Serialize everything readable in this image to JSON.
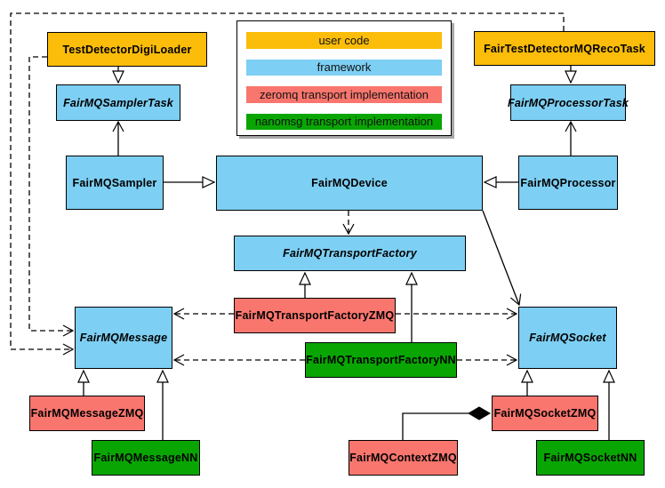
{
  "palette": {
    "user_code": "#fbbd09",
    "framework": "#7dcff3",
    "zeromq": "#f9766e",
    "nanomsg": "#09a603"
  },
  "legend": {
    "items": [
      {
        "label": "user code",
        "color": "#fbbd09"
      },
      {
        "label": "framework",
        "color": "#7dcff3"
      },
      {
        "label": "zeromq transport implementation",
        "color": "#f9766e"
      },
      {
        "label": "nanomsg transport implementation",
        "color": "#09a603"
      }
    ]
  },
  "nodes": {
    "digiloader": {
      "label": "TestDetectorDigiLoader",
      "type": "user_code",
      "abstract": false
    },
    "recotask": {
      "label": "FairTestDetectorMQRecoTask",
      "type": "user_code",
      "abstract": false
    },
    "samplertask": {
      "label": "FairMQSamplerTask",
      "type": "framework",
      "abstract": true
    },
    "processortask": {
      "label": "FairMQProcessorTask",
      "type": "framework",
      "abstract": true
    },
    "sampler": {
      "label": "FairMQSampler",
      "type": "framework",
      "abstract": false
    },
    "device": {
      "label": "FairMQDevice",
      "type": "framework",
      "abstract": false
    },
    "processor": {
      "label": "FairMQProcessor",
      "type": "framework",
      "abstract": false
    },
    "transportfactory": {
      "label": "FairMQTransportFactory",
      "type": "framework",
      "abstract": true
    },
    "factoryzmq": {
      "label": "FairMQTransportFactoryZMQ",
      "type": "zeromq",
      "abstract": false
    },
    "factorynn": {
      "label": "FairMQTransportFactoryNN",
      "type": "nanomsg",
      "abstract": false
    },
    "message": {
      "label": "FairMQMessage",
      "type": "framework",
      "abstract": true
    },
    "socket": {
      "label": "FairMQSocket",
      "type": "framework",
      "abstract": true
    },
    "messagezmq": {
      "label": "FairMQMessageZMQ",
      "type": "zeromq",
      "abstract": false
    },
    "messagenn": {
      "label": "FairMQMessageNN",
      "type": "nanomsg",
      "abstract": false
    },
    "contextzmq": {
      "label": "FairMQContextZMQ",
      "type": "zeromq",
      "abstract": false
    },
    "socketzmq": {
      "label": "FairMQSocketZMQ",
      "type": "zeromq",
      "abstract": false
    },
    "socketnn": {
      "label": "FairMQSocketNN",
      "type": "nanomsg",
      "abstract": false
    }
  }
}
